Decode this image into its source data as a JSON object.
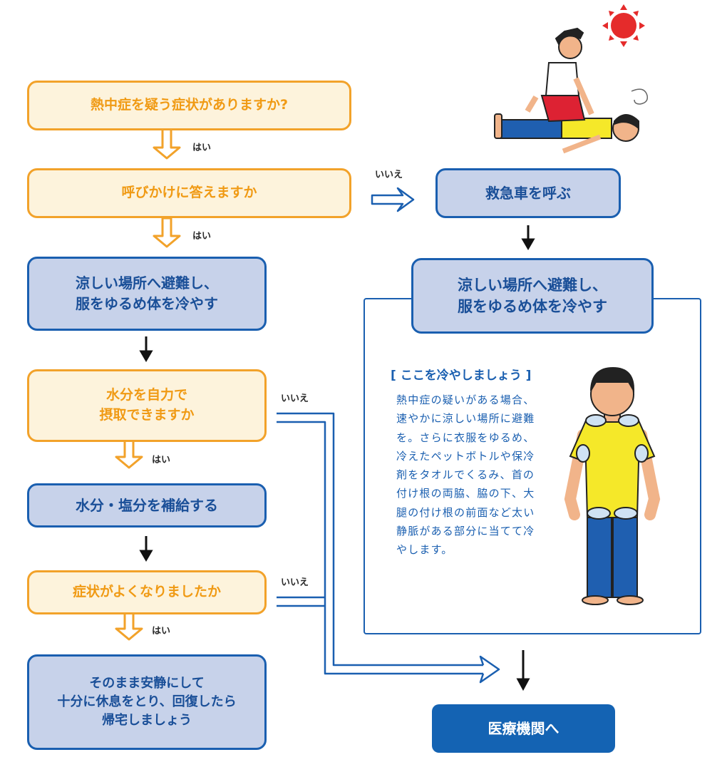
{
  "flow": {
    "q1": "熱中症を疑う症状がありますか?",
    "q2": "呼びかけに答えますか",
    "a1": "涼しい場所へ避難し、\n服をゆるめ体を冷やす",
    "q3": "水分を自力で\n摂取できますか",
    "a2": "水分・塩分を補給する",
    "q4": "症状がよくなりましたか",
    "a3": "そのまま安静にして\n十分に休息をとり、回復したら\n帰宅しましょう",
    "call": "救急車を呼ぶ",
    "a4": "涼しい場所へ避難し、\n服をゆるめ体を冷やす",
    "hospital": "医療機関へ"
  },
  "labels": {
    "yes": "はい",
    "no": "いいえ"
  },
  "panel": {
    "title": "[ ここを冷やしましょう ]",
    "text": "熱中症の疑いがある場合、速やかに涼しい場所に避難を。さらに衣服をゆるめ、冷えたペットボトルや保冷剤をタオルでくるみ、首の付け根の両脇、脇の下、大腿の付け根の前面など太い静脈がある部分に当てて冷やします。"
  },
  "colors": {
    "question_fill": "#fdf3dc",
    "question_border": "#f2a22a",
    "action_fill": "#c7d2ea",
    "action_border": "#1a5fb0",
    "final_fill": "#1463b3"
  }
}
